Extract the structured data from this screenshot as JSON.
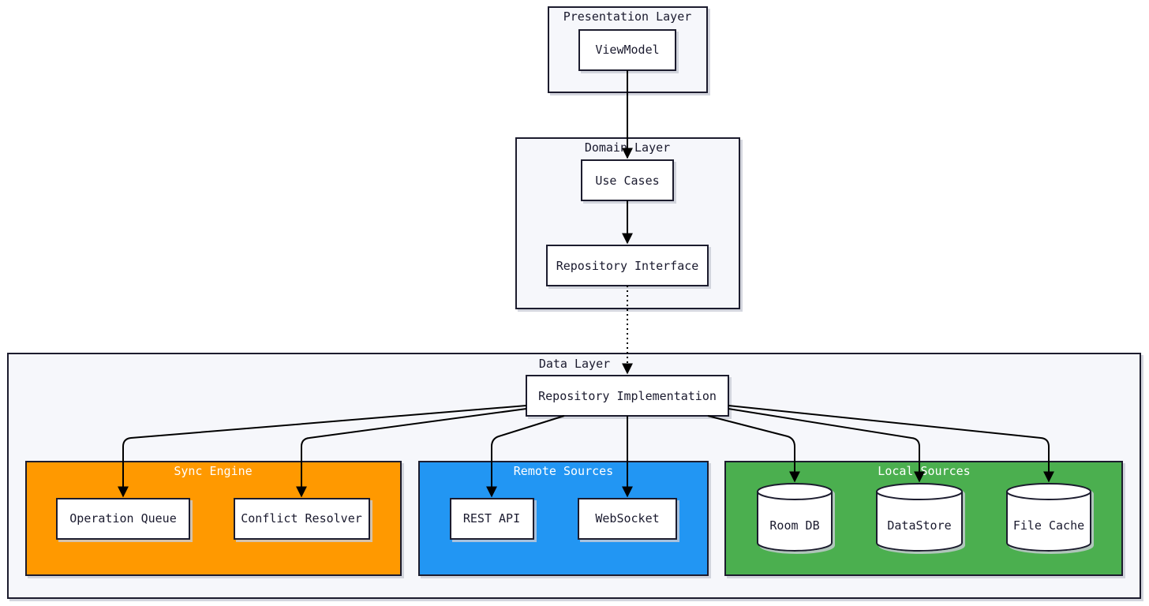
{
  "diagram": {
    "groups": {
      "presentation": {
        "title": "Presentation Layer"
      },
      "domain": {
        "title": "Domain Layer"
      },
      "data": {
        "title": "Data Layer"
      },
      "sync": {
        "title": "Sync Engine",
        "fill": "#FF9900"
      },
      "remote": {
        "title": "Remote Sources",
        "fill": "#2196F3"
      },
      "local": {
        "title": "Local Sources",
        "fill": "#4CAF50"
      }
    },
    "nodes": {
      "viewmodel": "ViewModel",
      "use_cases": "Use Cases",
      "repo_interface": "Repository Interface",
      "repo_impl": "Repository Implementation",
      "op_queue": "Operation Queue",
      "conflict": "Conflict Resolver",
      "rest": "REST API",
      "websocket": "WebSocket",
      "room": "Room DB",
      "datastore": "DataStore",
      "filecache": "File Cache"
    },
    "edges": [
      {
        "from": "ViewModel",
        "to": "Use Cases",
        "style": "solid"
      },
      {
        "from": "Use Cases",
        "to": "Repository Interface",
        "style": "solid"
      },
      {
        "from": "Repository Interface",
        "to": "Repository Implementation",
        "style": "dotted"
      },
      {
        "from": "Repository Implementation",
        "to": "Operation Queue",
        "style": "solid"
      },
      {
        "from": "Repository Implementation",
        "to": "Conflict Resolver",
        "style": "solid"
      },
      {
        "from": "Repository Implementation",
        "to": "REST API",
        "style": "solid"
      },
      {
        "from": "Repository Implementation",
        "to": "WebSocket",
        "style": "solid"
      },
      {
        "from": "Repository Implementation",
        "to": "Room DB",
        "style": "solid"
      },
      {
        "from": "Repository Implementation",
        "to": "DataStore",
        "style": "solid"
      },
      {
        "from": "Repository Implementation",
        "to": "File Cache",
        "style": "solid"
      }
    ]
  }
}
